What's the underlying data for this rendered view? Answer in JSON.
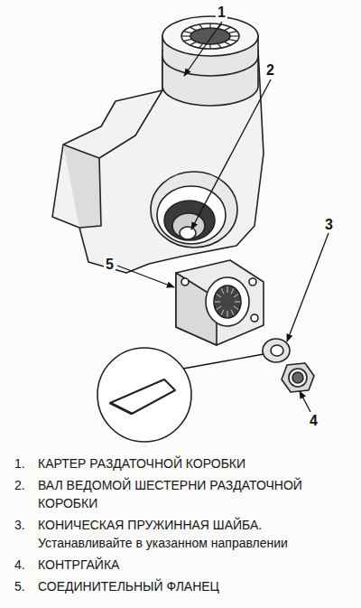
{
  "diagram": {
    "labels": [
      "1",
      "2",
      "3",
      "5",
      "4",
      "1.",
      "КАРТЕР РАЗДАТОЧНОЙ КОРОБКИ",
      "2.",
      "ВАЛ ВЕДОМОЙ ШЕСТЕРНИ РАЗДАТОЧНОЙ КОРОБКИ",
      "3.",
      "КОНИЧЕСКАЯ ПРУЖИННАЯ ШАЙБА.",
      "Устанавливайте в указанном направлении",
      "4.",
      "КОНТРГАЙКА",
      "5.",
      "СОЕДИНИТЕЛЬНЫЙ ФЛАНЕЦ"
    ]
  }
}
